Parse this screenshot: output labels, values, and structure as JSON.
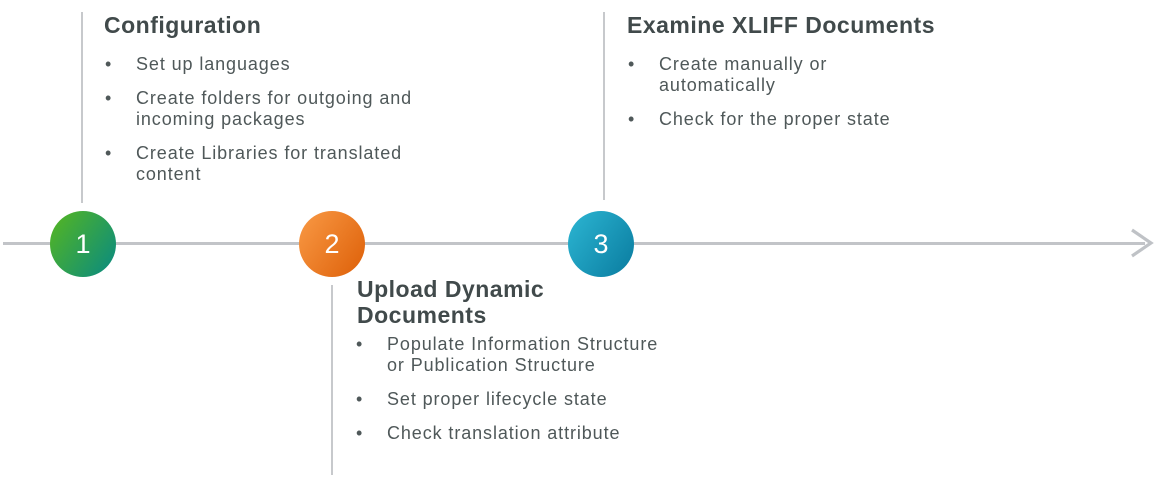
{
  "slide": {
    "background": "#ffffff"
  },
  "timeline": {
    "line_color": "#c2c4c8",
    "arrow_color": "#bfc2c6",
    "direction": "right"
  },
  "text_colors": {
    "heading": "#414a4b",
    "body": "#4f5859"
  },
  "steps": [
    {
      "number": "1",
      "title": "Configuration",
      "bullets": [
        "Set up languages",
        "Create folders for outgoing and\nincoming packages",
        "Create Libraries for translated\ncontent"
      ],
      "circle_gradient": [
        "#4bb02d",
        "#0f8e79"
      ]
    },
    {
      "number": "2",
      "title": "Upload Dynamic\nDocuments",
      "bullets": [
        "Populate Information Structure\nor Publication Structure",
        "Set proper lifecycle state",
        "Check translation attribute"
      ],
      "circle_gradient": [
        "#f5913c",
        "#e0650e"
      ]
    },
    {
      "number": "3",
      "title": "Examine XLIFF Documents",
      "bullets": [
        "Create manually or\nautomatically",
        "Check for the proper state"
      ],
      "circle_gradient": [
        "#27adcb",
        "#0d81a4"
      ]
    }
  ]
}
